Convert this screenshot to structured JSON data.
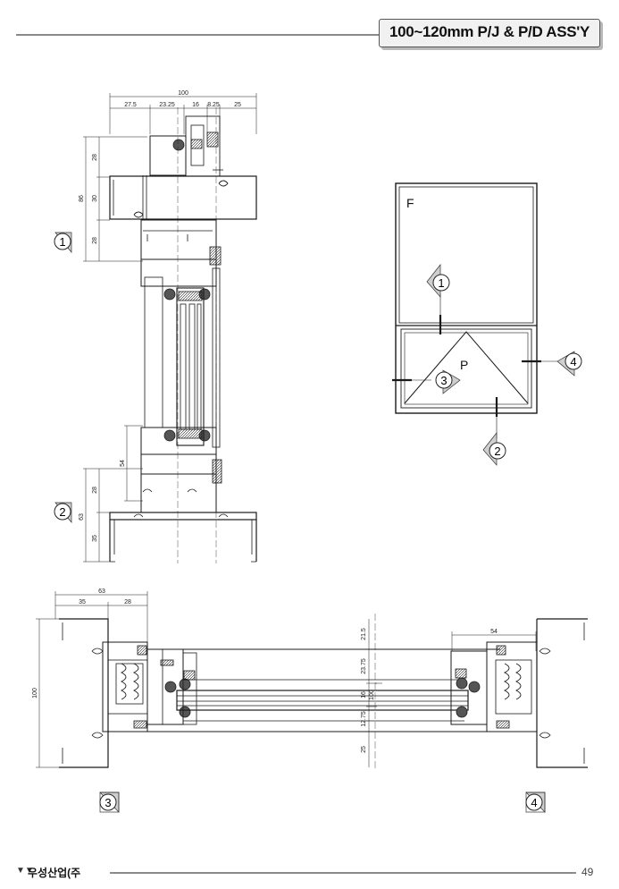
{
  "header": {
    "title": "100~120mm P/J & P/D ASS'Y"
  },
  "footer": {
    "company": "우성산업(주",
    "page": "49"
  },
  "top_section": {
    "width_total": "100",
    "width_parts": [
      "27.5",
      "23.25",
      "16",
      "8.25",
      "25"
    ],
    "left_dims": {
      "total": "86",
      "parts": [
        "28",
        "30",
        "28"
      ]
    },
    "lower_dims": {
      "total": "63",
      "parts": [
        "28",
        "35"
      ],
      "extra": "54"
    },
    "markers": [
      "1",
      "2"
    ]
  },
  "elevation": {
    "fixed_label": "F",
    "panel_label": "P",
    "markers": [
      "1",
      "2",
      "3",
      "4"
    ]
  },
  "bottom_section": {
    "left_dims": {
      "total": "63",
      "parts": [
        "35",
        "28"
      ]
    },
    "right_dim": "54",
    "height_total": "100",
    "height_parts": [
      "21.5",
      "23.75",
      "16",
      "12.75",
      "25"
    ],
    "inner": "100",
    "markers": [
      "3",
      "4"
    ]
  },
  "colors": {
    "line": "#1a1a1a",
    "accent_gray": "#8a8a8a"
  }
}
